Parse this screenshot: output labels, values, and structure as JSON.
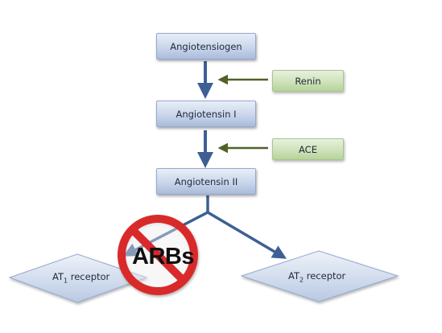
{
  "nodes": {
    "angiotensinogen": "Angiotensiogen",
    "angiotensin_1": "Angiotensin I",
    "angiotensin_2": "Angiotensin II"
  },
  "enzymes": {
    "renin": "Renin",
    "ace": "ACE"
  },
  "receptors": {
    "at1_prefix": "AT",
    "at1_sub": "1",
    "at1_suffix": " receptor",
    "at2_prefix": "AT",
    "at2_sub": "2",
    "at2_suffix": " receptor"
  },
  "blocker": {
    "label": "ARBs"
  },
  "colors": {
    "flow_arrow": "#3d5f95",
    "enzyme_arrow": "#4f6228",
    "no_sign": "#d9292b"
  }
}
